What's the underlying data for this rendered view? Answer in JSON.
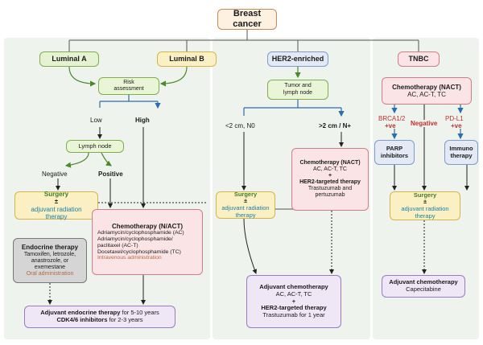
{
  "title": "Breast cancer",
  "subtypes": {
    "luminal_a": "Luminal A",
    "luminal_b": "Luminal B",
    "her2": "HER2-enriched",
    "tnbc": "TNBC"
  },
  "luminal": {
    "risk": [
      "Risk",
      "assessment"
    ],
    "low": "Low",
    "high": "High",
    "lymph": "Lymph node",
    "negative": "Negative",
    "positive": "Positive",
    "surgery": {
      "title": "Surgery",
      "pm": "±",
      "line1": "adjuvant radiation",
      "line2": "therapy"
    },
    "endocrine": {
      "title": "Endocrine therapy",
      "drugs": [
        "Tamoxifen, letrozole,",
        "anastrozole, or",
        "exemestane"
      ],
      "route": "Oral administration"
    },
    "chemo": {
      "title": "Chemotherapy (N/ACT)",
      "lines": [
        "Adriamycin/cyclophosphamide (AC)",
        "Adriamycin/cyclophosphamide/",
        "paclitaxel (AC-T)",
        "Docetaxel/cyclophosphamide (TC)"
      ],
      "route": "Intravenous administration"
    },
    "adjuvant": {
      "line1_bold": "Adjuvant endocrine therapy",
      "line1_rest": " for 5-10 years",
      "line2_bold": "CDK4/6 inhibitors",
      "line2_rest": " for 2-3 years"
    }
  },
  "her2": {
    "tumor": [
      "Tumor and",
      "lymph node"
    ],
    "small": "<2 cm, N0",
    "large": ">2 cm / N+",
    "surgery": {
      "title": "Surgery",
      "pm": "±",
      "line1": "adjuvant radiation",
      "line2": "therapy"
    },
    "nact": {
      "title": "Chemotherapy (NACT)",
      "drugs": "AC, AC-T, TC",
      "plus": "+",
      "her2_title": "HER2-targeted therapy",
      "her2_drugs": [
        "Trastuzumab and",
        "pertuzumab"
      ]
    },
    "adjuvant": {
      "title": "Adjuvant chemotherapy",
      "drugs": "AC, AC-T, TC",
      "plus": "+",
      "her2_title": "HER2-targeted therapy",
      "her2_drugs": "Trastuzumab for 1 year"
    }
  },
  "tnbc": {
    "nact": {
      "title": "Chemotherapy (NACT)",
      "drugs": "AC, AC-T, TC"
    },
    "brca": "BRCA1/2",
    "pdl1": "PD-L1",
    "pos": "+ve",
    "negative": "Negative",
    "parp": [
      "PARP",
      "inhibitors"
    ],
    "immuno": [
      "Immuno",
      "therapy"
    ],
    "surgery": {
      "title": "Surgery",
      "pm": "±",
      "line1": "adjuvant radiation",
      "line2": "therapy"
    },
    "adjuvant": {
      "title": "Adjuvant chemotherapy",
      "drugs": "Capecitabine"
    }
  },
  "colors": {
    "panel": "#eef3ee",
    "green": "#e6f3d2",
    "yellow": "#fbf0c4",
    "pink": "#fbe4e6",
    "purple": "#efe6f6",
    "gray": "#d5d5d5",
    "blue": "#e3eaf6",
    "arrow_blue": "#2e6db0",
    "arrow_green": "#4b8a2a"
  }
}
